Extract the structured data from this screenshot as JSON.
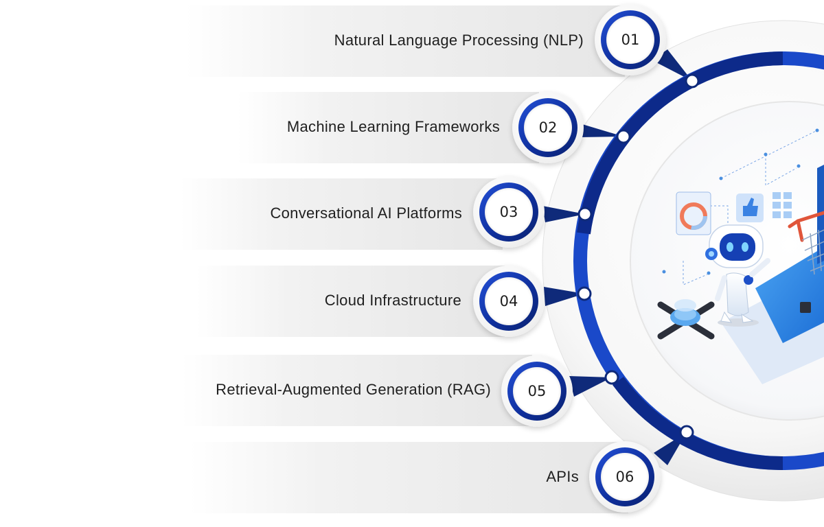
{
  "items": [
    {
      "number": "01",
      "label": "Natural Language Processing (NLP)"
    },
    {
      "number": "02",
      "label": "Machine Learning Frameworks"
    },
    {
      "number": "03",
      "label": "Conversational AI Platforms"
    },
    {
      "number": "04",
      "label": "Cloud Infrastructure"
    },
    {
      "number": "05",
      "label": "Retrieval-Augmented Generation (RAG)"
    },
    {
      "number": "06",
      "label": "APIs"
    }
  ],
  "colors": {
    "ring_blue": "#1a49c9",
    "ring_dark": "#0d2a8a",
    "connector_navy": "#0f2a7a",
    "band_gray": "#e6e6e6"
  },
  "illustration": {
    "icons": [
      "robot-icon",
      "laptop-icon",
      "shopping-cart-icon",
      "thumbs-up-icon",
      "chart-icon",
      "chip-icon"
    ]
  }
}
